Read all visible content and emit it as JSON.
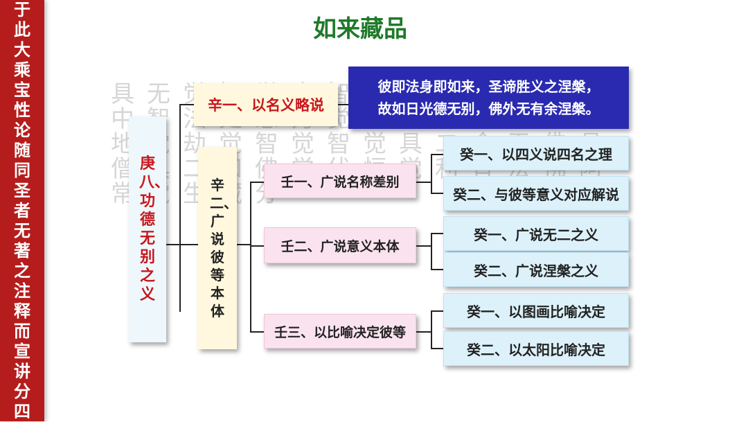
{
  "sidebar": {
    "text": "于此大乘宝性论随同圣者无著之注释而宣讲分四"
  },
  "title": "如来藏品",
  "background_text": "具无觉智觉中智法处足为绕智觉中智法处悲力觉悲常无大生四大地觉劫觉智觉智觉具二金无佛具僧具二和佛觉伏恒觉利智法佛阿常觉生藏分",
  "tree": {
    "geng": "庚八、功德无别之义",
    "xin1": "辛一、以名义略说",
    "xin2": "辛二、广说彼等本体",
    "explain": [
      "彼即法身即如来，圣谛胜义之涅槃，",
      "故如日光德无别，佛外无有余涅槃。"
    ],
    "ren": [
      "壬一、广说名称差别",
      "壬二、广说意义本体",
      "壬三、以比喻决定彼等"
    ],
    "gui": [
      "癸一、以四义说四名之理",
      "癸二、与彼等意义对应解说",
      "癸一、广说无二之义",
      "癸二、广说涅槃之义",
      "癸一、以图画比喻决定",
      "癸二、以太阳比喻决定"
    ]
  },
  "colors": {
    "sidebar": "#b51d1d",
    "title": "#1f7a2a",
    "explain_box": "#2a2ab0",
    "ren_box": "#fae3ee",
    "gui_box": "#dcf1fa"
  }
}
